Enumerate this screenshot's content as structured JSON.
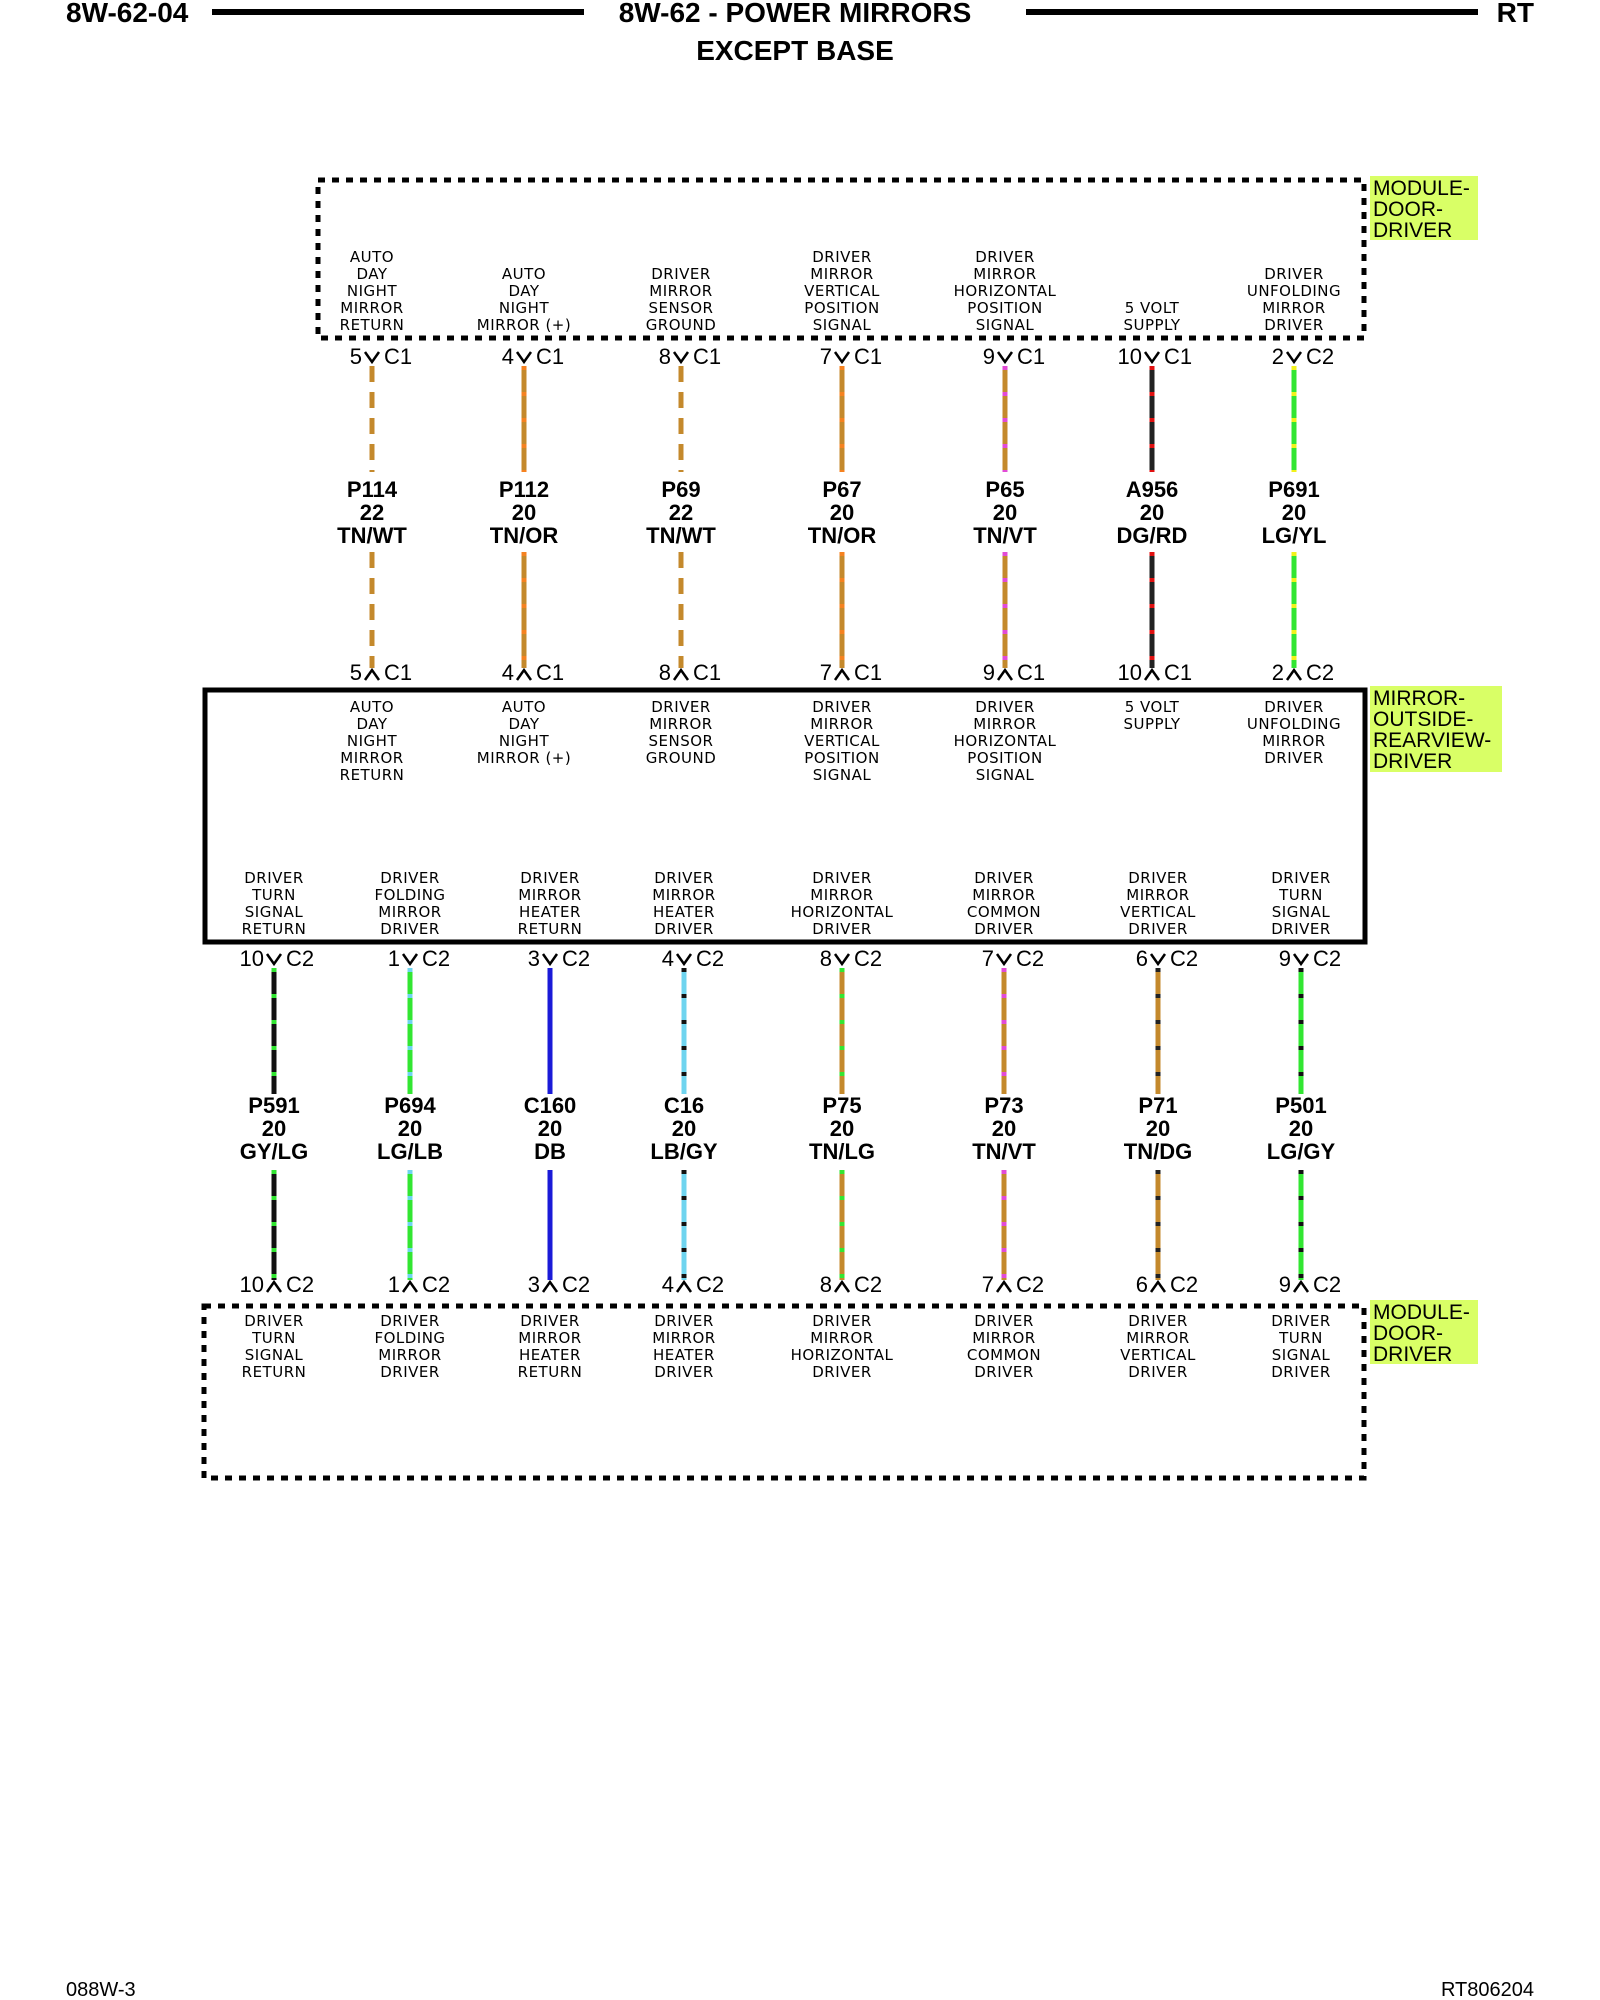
{
  "header": {
    "left_code": "8W-62-04",
    "title": "8W-62 - POWER MIRRORS",
    "subtitle": "EXCEPT BASE",
    "right_code": "RT"
  },
  "footer": {
    "left": "088W-3",
    "right": "RT806204"
  },
  "components": {
    "top_module": {
      "lines": [
        "MODULE-",
        "DOOR-",
        "DRIVER"
      ]
    },
    "mirror": {
      "lines": [
        "MIRROR-",
        "OUTSIDE-",
        "REARVIEW-",
        "DRIVER"
      ]
    },
    "bottom_module": {
      "lines": [
        "MODULE-",
        "DOOR-",
        "DRIVER"
      ]
    }
  },
  "colors": {
    "highlight": "#d9ff66",
    "TN": "#c4892c",
    "OR": "#f58220",
    "WT": "#ffffff",
    "VT": "#e24bd6",
    "DG": "#222222",
    "RD": "#e01010",
    "LG": "#32e632",
    "YL": "#f2f21a",
    "GY": "#111111",
    "LB": "#6fd4ef",
    "DB": "#1a1ad8"
  },
  "upper_circuits": [
    {
      "id": "P114",
      "gauge": "22",
      "color": "TN/WT",
      "pin": "5",
      "conn": "C1",
      "base": "TN",
      "stripe": "WT",
      "top_label": [
        "AUTO",
        "DAY",
        "NIGHT",
        "MIRROR",
        "RETURN"
      ],
      "mirror_label": [
        "AUTO",
        "DAY",
        "NIGHT",
        "MIRROR",
        "RETURN"
      ]
    },
    {
      "id": "P112",
      "gauge": "20",
      "color": "TN/OR",
      "pin": "4",
      "conn": "C1",
      "base": "TN",
      "stripe": "OR",
      "top_label": [
        "AUTO",
        "DAY",
        "NIGHT",
        "MIRROR (+)"
      ],
      "mirror_label": [
        "AUTO",
        "DAY",
        "NIGHT",
        "MIRROR (+)"
      ]
    },
    {
      "id": "P69",
      "gauge": "22",
      "color": "TN/WT",
      "pin": "8",
      "conn": "C1",
      "base": "TN",
      "stripe": "WT",
      "top_label": [
        "DRIVER",
        "MIRROR",
        "SENSOR",
        "GROUND"
      ],
      "mirror_label": [
        "DRIVER",
        "MIRROR",
        "SENSOR",
        "GROUND"
      ]
    },
    {
      "id": "P67",
      "gauge": "20",
      "color": "TN/OR",
      "pin": "7",
      "conn": "C1",
      "base": "TN",
      "stripe": "OR",
      "top_label": [
        "DRIVER",
        "MIRROR",
        "VERTICAL",
        "POSITION",
        "SIGNAL"
      ],
      "mirror_label": [
        "DRIVER",
        "MIRROR",
        "VERTICAL",
        "POSITION",
        "SIGNAL"
      ]
    },
    {
      "id": "P65",
      "gauge": "20",
      "color": "TN/VT",
      "pin": "9",
      "conn": "C1",
      "base": "TN",
      "stripe": "VT",
      "top_label": [
        "DRIVER",
        "MIRROR",
        "HORIZONTAL",
        "POSITION",
        "SIGNAL"
      ],
      "mirror_label": [
        "DRIVER",
        "MIRROR",
        "HORIZONTAL",
        "POSITION",
        "SIGNAL"
      ]
    },
    {
      "id": "A956",
      "gauge": "20",
      "color": "DG/RD",
      "pin": "10",
      "conn": "C1",
      "base": "DG",
      "stripe": "RD",
      "top_label": [
        "5 VOLT",
        "SUPPLY"
      ],
      "mirror_label": [
        "5 VOLT",
        "SUPPLY"
      ]
    },
    {
      "id": "P691",
      "gauge": "20",
      "color": "LG/YL",
      "pin": "2",
      "conn": "C2",
      "base": "LG",
      "stripe": "YL",
      "top_label": [
        "DRIVER",
        "UNFOLDING",
        "MIRROR",
        "DRIVER"
      ],
      "mirror_label": [
        "DRIVER",
        "UNFOLDING",
        "MIRROR",
        "DRIVER"
      ]
    }
  ],
  "lower_circuits": [
    {
      "id": "P591",
      "gauge": "20",
      "color": "GY/LG",
      "pin": "10",
      "conn": "C2",
      "base": "GY",
      "stripe": "LG",
      "label": [
        "DRIVER",
        "TURN",
        "SIGNAL",
        "RETURN"
      ]
    },
    {
      "id": "P694",
      "gauge": "20",
      "color": "LG/LB",
      "pin": "1",
      "conn": "C2",
      "base": "LG",
      "stripe": "LB",
      "label": [
        "DRIVER",
        "FOLDING",
        "MIRROR",
        "DRIVER"
      ]
    },
    {
      "id": "C160",
      "gauge": "20",
      "color": "DB",
      "pin": "3",
      "conn": "C2",
      "base": "DB",
      "stripe": "",
      "label": [
        "DRIVER",
        "MIRROR",
        "HEATER",
        "RETURN"
      ]
    },
    {
      "id": "C16",
      "gauge": "20",
      "color": "LB/GY",
      "pin": "4",
      "conn": "C2",
      "base": "LB",
      "stripe": "GY",
      "label": [
        "DRIVER",
        "MIRROR",
        "HEATER",
        "DRIVER"
      ]
    },
    {
      "id": "P75",
      "gauge": "20",
      "color": "TN/LG",
      "pin": "8",
      "conn": "C2",
      "base": "TN",
      "stripe": "LG",
      "label": [
        "DRIVER",
        "MIRROR",
        "HORIZONTAL",
        "DRIVER"
      ]
    },
    {
      "id": "P73",
      "gauge": "20",
      "color": "TN/VT",
      "pin": "7",
      "conn": "C2",
      "base": "TN",
      "stripe": "VT",
      "label": [
        "DRIVER",
        "MIRROR",
        "COMMON",
        "DRIVER"
      ]
    },
    {
      "id": "P71",
      "gauge": "20",
      "color": "TN/DG",
      "pin": "6",
      "conn": "C2",
      "base": "TN",
      "stripe": "DG",
      "label": [
        "DRIVER",
        "MIRROR",
        "VERTICAL",
        "DRIVER"
      ]
    },
    {
      "id": "P501",
      "gauge": "20",
      "color": "LG/GY",
      "pin": "9",
      "conn": "C2",
      "base": "LG",
      "stripe": "GY",
      "label": [
        "DRIVER",
        "TURN",
        "SIGNAL",
        "DRIVER"
      ]
    }
  ]
}
